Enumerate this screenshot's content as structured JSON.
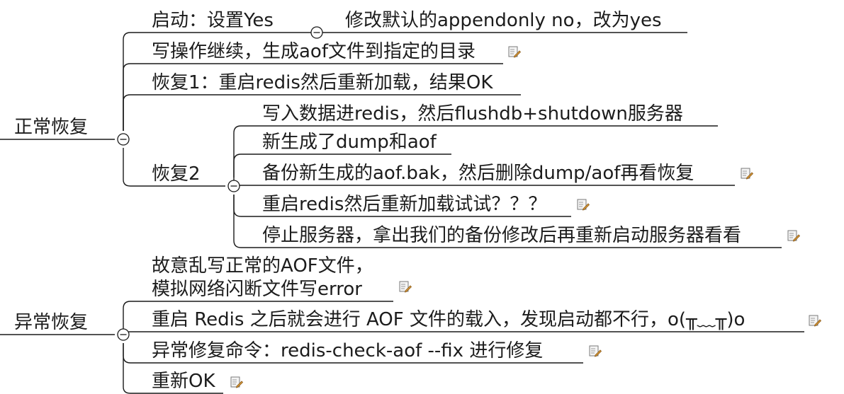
{
  "groups": {
    "normal": {
      "label": "正常恢复",
      "items": {
        "startup": {
          "label": "启动：设置Yes",
          "detail": "修改默认的appendonly no，改为yes"
        },
        "write": {
          "label": "写操作继续，生成aof文件到指定的目录"
        },
        "recover1": {
          "label": "恢复1：重启redis然后重新加载，结果OK"
        },
        "recover2": {
          "label": "恢复2",
          "steps": [
            "写入数据进redis，然后flushdb+shutdown服务器",
            "新生成了dump和aof",
            "备份新生成的aof.bak，然后删除dump/aof再看恢复",
            "重启redis然后重新加载试试？？？",
            "停止服务器，拿出我们的备份修改后再重新启动服务器看看"
          ]
        }
      }
    },
    "abnormal": {
      "label": "异常恢复",
      "items": {
        "corrupt": {
          "line1": "故意乱写正常的AOF文件，",
          "line2": "模拟网络闪断文件写error"
        },
        "restart": {
          "label": "重启 Redis 之后就会进行 AOF 文件的载入，发现启动都不行，o(╥﹏╥)o"
        },
        "fix": {
          "label": "异常修复命令：redis-check-aof --fix 进行修复"
        },
        "ok": {
          "label": "重新OK"
        }
      }
    }
  },
  "icons": {
    "collapse": "collapse-minus-icon",
    "note": "note-pencil-icon"
  },
  "colors": {
    "line": "#1a1a1a",
    "text": "#1c1c1c",
    "note_paper": "#f4f4f4",
    "pencil": "#d89a3a"
  }
}
